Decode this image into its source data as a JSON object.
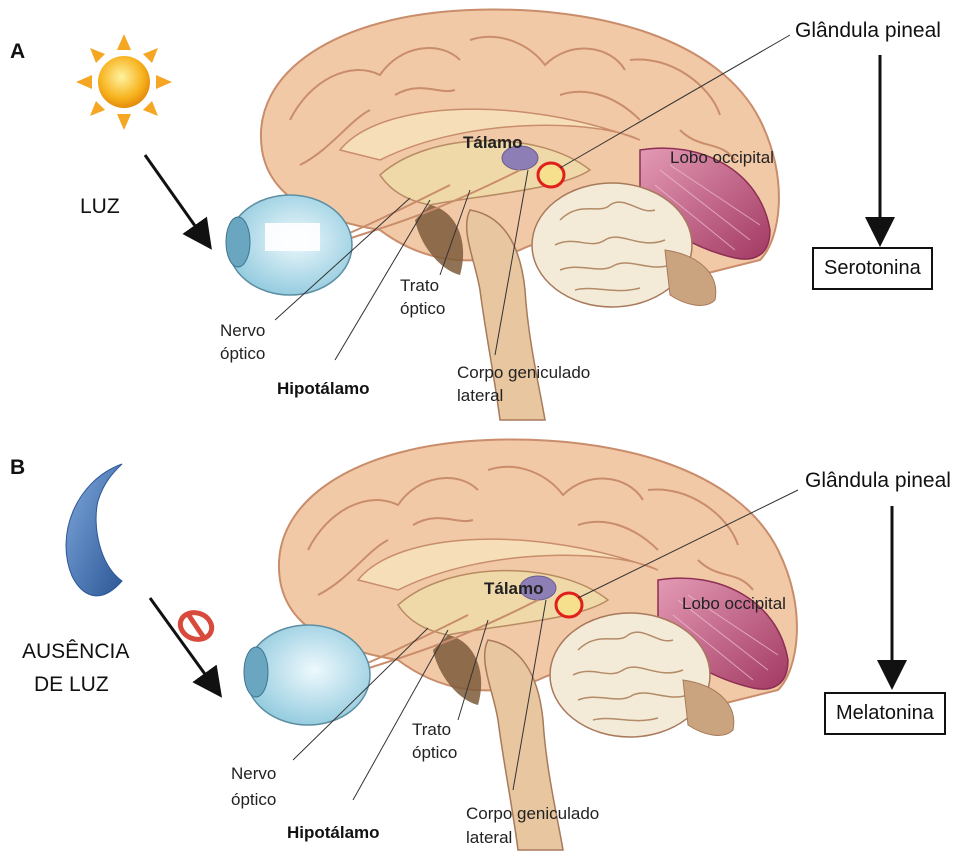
{
  "panels": [
    {
      "letter": "A",
      "condition": "LUZ",
      "condition_icon": "sun-icon",
      "labels": {
        "pineal": "Glândula pineal",
        "thalamus": "Tálamo",
        "occipital": "Lobo occipital",
        "optic_tract_1": "Trato",
        "optic_tract_2": "óptico",
        "optic_nerve_1": "Nervo",
        "optic_nerve_2": "óptico",
        "hypothalamus": "Hipotálamo",
        "lgn_1": "Corpo geniculado",
        "lgn_2": "lateral"
      },
      "result": "Serotonina"
    },
    {
      "letter": "B",
      "condition_line1": "AUSÊNCIA",
      "condition_line2": "DE LUZ",
      "condition_icon": "moon-icon",
      "blocked_icon": "prohibited-icon",
      "labels": {
        "pineal": "Glândula pineal",
        "thalamus": "Tálamo",
        "occipital": "Lobo occipital",
        "optic_tract_1": "Trato",
        "optic_tract_2": "óptico",
        "optic_nerve_1": "Nervo",
        "optic_nerve_2": "óptico",
        "hypothalamus": "Hipotálamo",
        "lgn_1": "Corpo geniculado",
        "lgn_2": "lateral"
      },
      "result": "Melatonina"
    }
  ],
  "colors": {
    "brain": "#f2c9a7",
    "brain_dark": "#d9a583",
    "occipital": "#c4577e",
    "eye": "#bfe3ef",
    "highlight": "#e0201b",
    "sun": "#f7b21d",
    "moon": "#3f6fb0",
    "prohibited": "#d84a3c"
  }
}
